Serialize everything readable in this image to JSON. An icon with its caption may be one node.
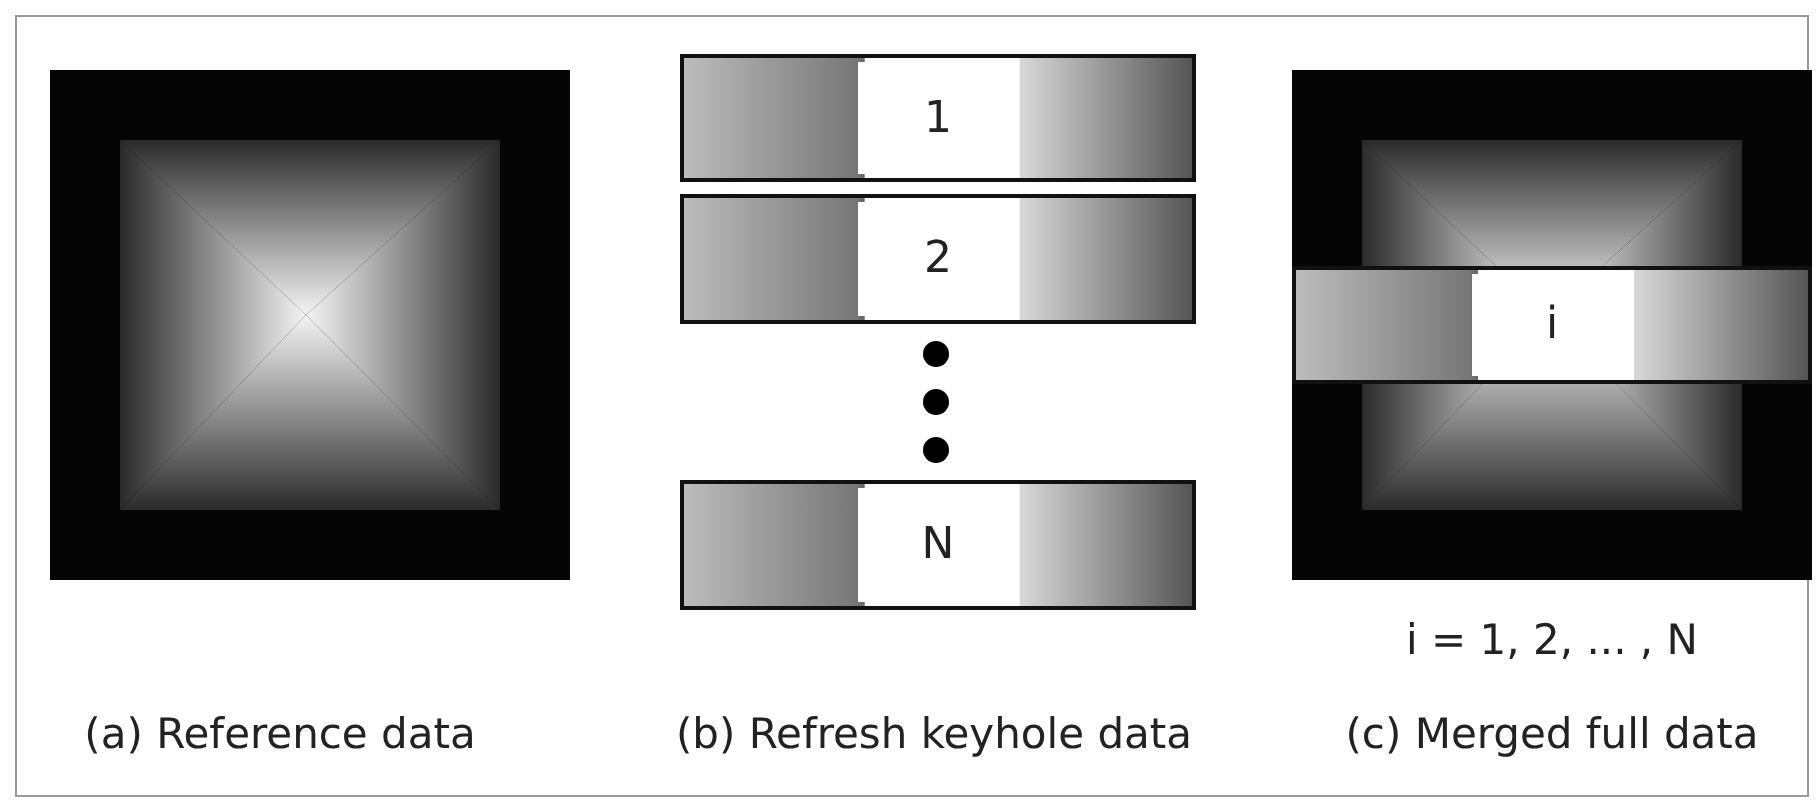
{
  "diagram": {
    "nodes": [
      {
        "text": [
          "1"
        ]
      },
      {
        "text": [
          "2"
        ]
      },
      {
        "text": [
          "N"
        ]
      },
      {
        "text": [
          "i"
        ]
      }
    ],
    "labels": [
      "i = 1, 2, ... , N",
      "(a) Reference data",
      "(b) Refresh keyhole data",
      "(c) Merged full data"
    ]
  }
}
